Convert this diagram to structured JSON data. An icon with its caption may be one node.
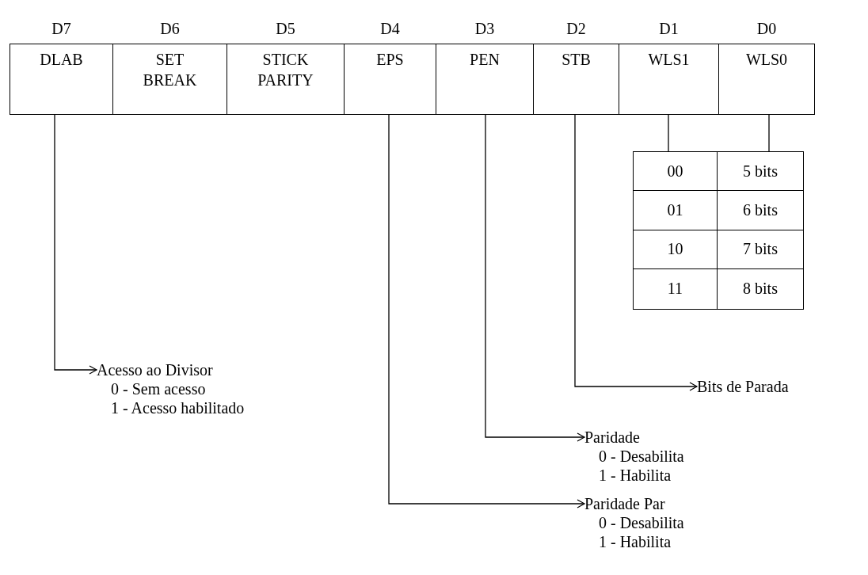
{
  "diagram": {
    "nodes": [
      {
        "text": [
          "DLAB"
        ],
        "beside": [
          "D7"
        ]
      },
      {
        "text": [
          "SET BREAK"
        ],
        "beside": [
          "D6"
        ]
      },
      {
        "text": [
          "STICK PARITY"
        ],
        "beside": [
          "D5"
        ]
      },
      {
        "text": [
          "EPS"
        ],
        "beside": [
          "D4"
        ]
      },
      {
        "text": [
          "PEN"
        ],
        "beside": [
          "D3"
        ]
      },
      {
        "text": [
          "STB"
        ],
        "beside": [
          "D2"
        ]
      },
      {
        "text": [
          "WLS1"
        ],
        "beside": [
          "D1"
        ]
      },
      {
        "text": [
          "WLS0"
        ],
        "beside": [
          "D0"
        ]
      },
      {
        "text": [
          "00",
          "01",
          "10",
          "11"
        ]
      },
      {
        "text": [
          "5 bits",
          "6 bits",
          "7 bits",
          "8 bits"
        ]
      },
      {
        "text": [
          "Acesso ao Divisor",
          "0 - Sem acesso",
          "1 - Acesso habilitado"
        ]
      },
      {
        "text": [
          "Bits de Parada"
        ]
      },
      {
        "text": [
          "Paridade",
          "0 - Desabilita",
          "1 - Habilita"
        ]
      },
      {
        "text": [
          "Paridade Par",
          "0 - Desabilita",
          "1 - Habilita"
        ]
      }
    ],
    "edges": [
      {
        "from": 0,
        "to": 10,
        "arrow": "to"
      },
      {
        "from": 6,
        "to": 8,
        "arrow": "none"
      },
      {
        "from": 7,
        "to": 9,
        "arrow": "none"
      },
      {
        "from": 5,
        "to": 11,
        "arrow": "to"
      },
      {
        "from": 4,
        "to": 12,
        "arrow": "to"
      },
      {
        "from": 3,
        "to": 13,
        "arrow": "to"
      }
    ]
  }
}
